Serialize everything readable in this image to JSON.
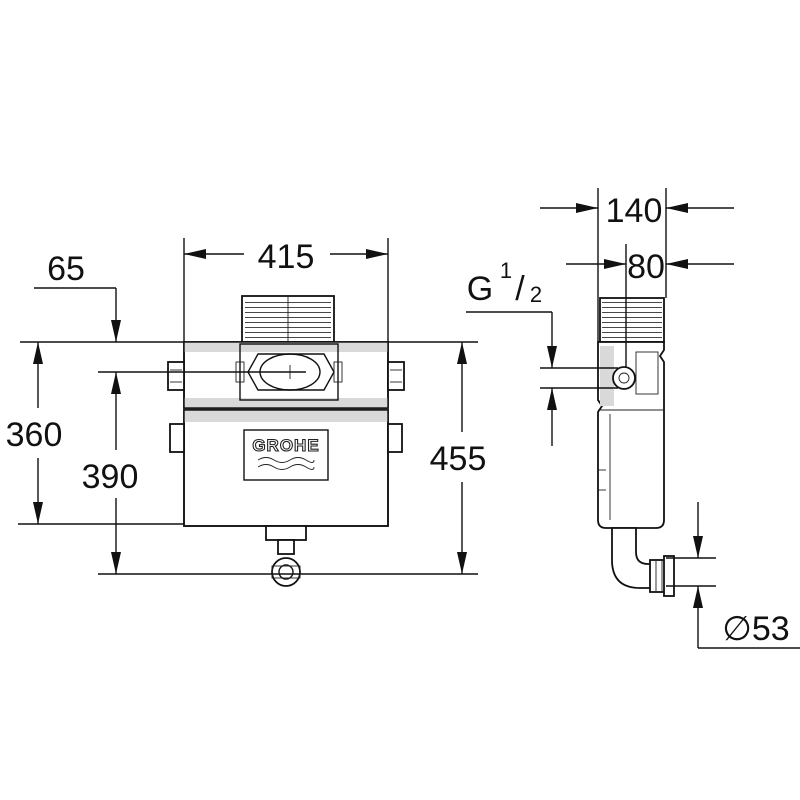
{
  "front_view": {
    "width_label": "415",
    "offset_top_label": "65",
    "height_left_outer_label": "360",
    "height_left_inner_label": "390",
    "height_right_label": "455",
    "logo_text": "GROHE"
  },
  "side_view": {
    "depth_label": "140",
    "inner_depth_label": "80",
    "thread_label": "G",
    "thread_fraction_numerator": "1",
    "thread_fraction_slash": "/",
    "thread_fraction_denominator": "2",
    "outlet_label": "∅53"
  }
}
